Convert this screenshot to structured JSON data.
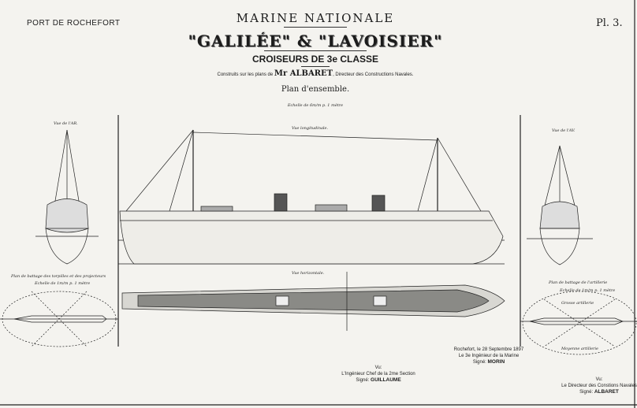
{
  "header": {
    "port": "PORT DE ROCHEFORT",
    "plate": "Pl. 3.",
    "title": "MARINE NATIONALE",
    "ships": "\"GALILÉE\" & \"LAVOISIER\"",
    "class": "CROISEURS DE 3e CLASSE",
    "built_prefix": "Construits sur les plans de",
    "architect": "Mr ALBARET",
    "built_suffix": ", Directeur des Constructions Navales.",
    "plan": "Plan d'ensemble.",
    "scale": "Echelle de 6m/m p. 1 mètre"
  },
  "views": {
    "front": "Vue de l'AR.",
    "side": "Vue longitudinale.",
    "top": "Vue horizontale.",
    "rear": "Vue de l'AV."
  },
  "firing_plans": {
    "torpedo_title": "Plan de battage des torpilles et des projecteurs",
    "torpedo_scale": "Echelle de 1m/m p. 1 mètre",
    "artillery_title": "Plan de battage de l'artillerie",
    "artillery_scale": "Echelle de 1m/m p. 1 mètre",
    "artillery_top_label": "Grosse artillerie",
    "artillery_bottom_label": "Moyenne artillerie"
  },
  "signatures": {
    "morin": {
      "line1": "Rochefort, le 28 Septembre 1897",
      "line2": "Le 3e Ingénieur de la Marine",
      "line3_prefix": "Signé:",
      "name": "MORIN"
    },
    "guillaume": {
      "line1": "Vu:",
      "line2": "L'Ingénieur Chef de la 2me Section",
      "line3_prefix": "Signé:",
      "name": "GUILLAUME"
    },
    "albaret": {
      "line1": "Vu:",
      "line2": "Le Directeur des Constions Navales",
      "line3_prefix": "Signé:",
      "name": "ALBARET"
    }
  }
}
